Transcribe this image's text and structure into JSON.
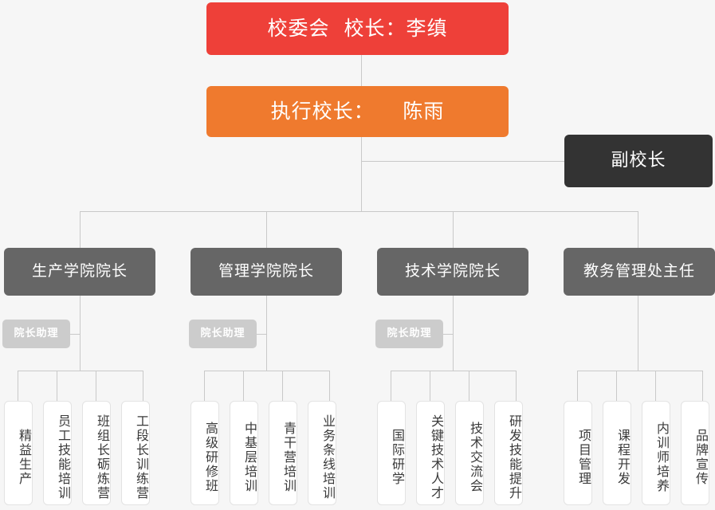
{
  "chart": {
    "title_root": "校委会  校长：李缜",
    "title_exec": "执行校长：    陈雨",
    "title_vice": "副校长",
    "assistant_label": "院长助理",
    "colors": {
      "root": "#ee4039",
      "exec": "#ef7a2e",
      "vice": "#333333",
      "department": "#666666",
      "assistant": "#cccccc",
      "leaf_border": "#e3e3e3",
      "leaf_background": "#ffffff",
      "connector": "#c9c9c9",
      "background": "#f6f6f6"
    },
    "departments": [
      {
        "label": "生产学院院长",
        "assistant": "院长助理",
        "has_assistant": true,
        "leaves": [
          "精益生产",
          "员工技能培训",
          "班组长砺炼营",
          "工段长训练营"
        ]
      },
      {
        "label": "管理学院院长",
        "assistant": "院长助理",
        "has_assistant": true,
        "leaves": [
          "高级研修班",
          "中基层培训",
          "青干营培训",
          "业务条线培训"
        ]
      },
      {
        "label": "技术学院院长",
        "assistant": "院长助理",
        "has_assistant": true,
        "leaves": [
          "国际研学",
          "关键技术人才",
          "技术交流会",
          "研发技能提升"
        ]
      },
      {
        "label": "教务管理处主任",
        "assistant": "",
        "has_assistant": false,
        "leaves": [
          "项目管理",
          "课程开发",
          "内训师培养",
          "品牌宣传"
        ]
      }
    ]
  }
}
